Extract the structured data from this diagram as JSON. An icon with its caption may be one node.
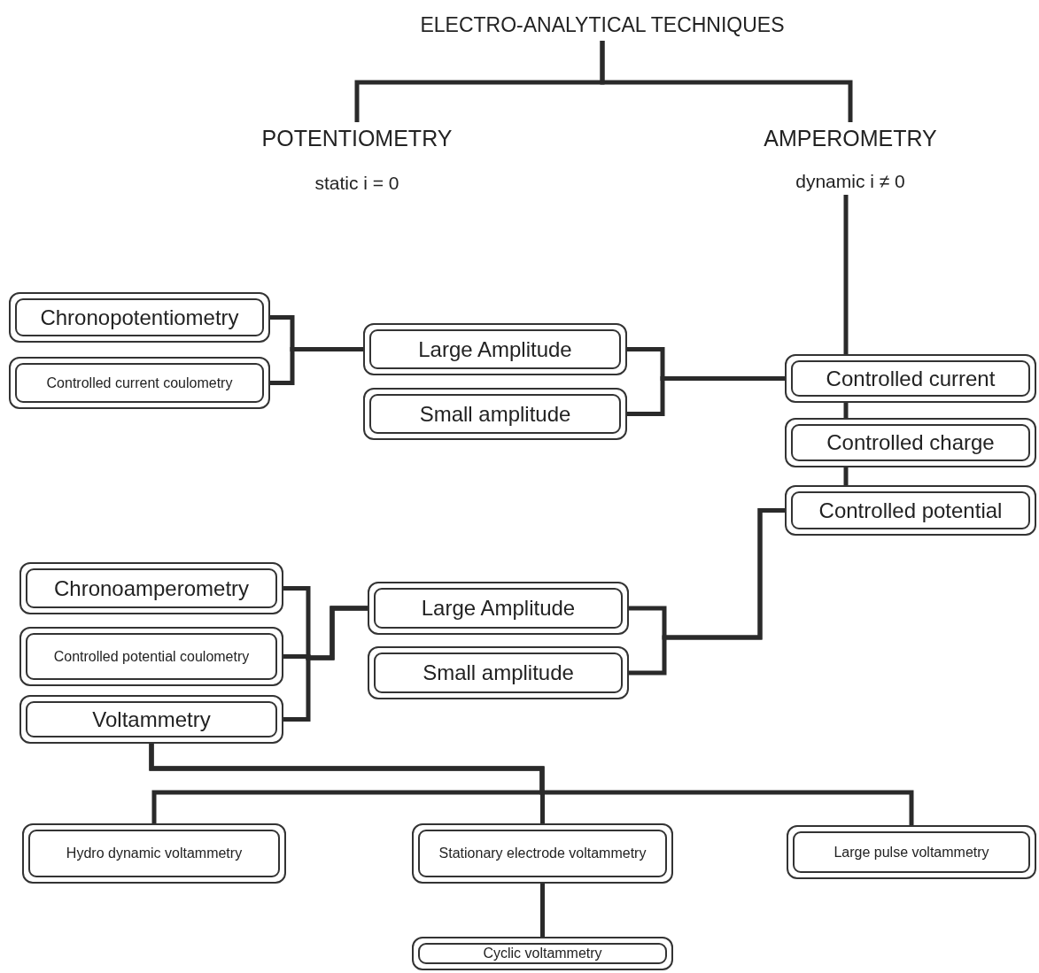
{
  "diagram": {
    "nodes": [
      {
        "text": [
          "ELECTRO-ANALYTICAL TECHNIQUES"
        ]
      },
      {
        "text": [
          "POTENTIOMETRY",
          "static i = 0"
        ]
      },
      {
        "text": [
          "AMPEROMETRY",
          "dynamic i ≠ 0"
        ]
      },
      {
        "text": [
          "Chronopotentiometry"
        ]
      },
      {
        "text": [
          "Controlled current coulometry"
        ]
      },
      {
        "text": [
          "Large Amplitude"
        ]
      },
      {
        "text": [
          "Small amplitude"
        ]
      },
      {
        "text": [
          "Controlled current"
        ]
      },
      {
        "text": [
          "Controlled charge"
        ]
      },
      {
        "text": [
          "Controlled potential"
        ]
      },
      {
        "text": [
          "Chronoamperometry"
        ]
      },
      {
        "text": [
          "Controlled potential coulometry"
        ]
      },
      {
        "text": [
          "Voltammetry"
        ]
      },
      {
        "text": [
          "Large Amplitude"
        ]
      },
      {
        "text": [
          "Small amplitude"
        ]
      },
      {
        "text": [
          "Hydro dynamic voltammetry"
        ]
      },
      {
        "text": [
          "Stationary electrode voltammetry"
        ]
      },
      {
        "text": [
          "Large pulse voltammetry"
        ]
      },
      {
        "text": [
          "Cyclic voltammetry"
        ]
      }
    ],
    "edges": [
      {
        "from": 0,
        "to": 1,
        "arrow": "none"
      },
      {
        "from": 0,
        "to": 2,
        "arrow": "none"
      },
      {
        "from": 2,
        "to": 7,
        "arrow": "none"
      },
      {
        "from": 7,
        "to": 8,
        "arrow": "none"
      },
      {
        "from": 8,
        "to": 9,
        "arrow": "none"
      },
      {
        "from": 7,
        "to": 5,
        "arrow": "none"
      },
      {
        "from": 7,
        "to": 6,
        "arrow": "none"
      },
      {
        "from": 5,
        "to": 3,
        "arrow": "none"
      },
      {
        "from": 5,
        "to": 4,
        "arrow": "none"
      },
      {
        "from": 9,
        "to": 13,
        "arrow": "none"
      },
      {
        "from": 9,
        "to": 14,
        "arrow": "none"
      },
      {
        "from": 13,
        "to": 10,
        "arrow": "none"
      },
      {
        "from": 13,
        "to": 11,
        "arrow": "none"
      },
      {
        "from": 13,
        "to": 12,
        "arrow": "none"
      },
      {
        "from": 12,
        "to": 15,
        "arrow": "none"
      },
      {
        "from": 12,
        "to": 16,
        "arrow": "none"
      },
      {
        "from": 12,
        "to": 17,
        "arrow": "none"
      },
      {
        "from": 16,
        "to": 18,
        "arrow": "none"
      }
    ]
  }
}
